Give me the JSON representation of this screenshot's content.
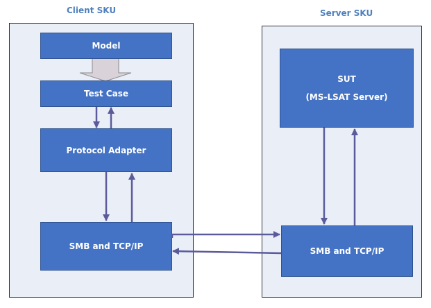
{
  "client": {
    "title": "Client SKU",
    "model": "Model",
    "test_case": "Test Case",
    "protocol_adapter": "Protocol Adapter",
    "smb_tcpip": "SMB and TCP/IP"
  },
  "server": {
    "title": "Server SKU",
    "sut_line1": "SUT",
    "sut_line2": "(MS-LSAT Server)",
    "smb_tcpip": "SMB and TCP/IP"
  },
  "colors": {
    "box_fill": "#4472c4",
    "panel_fill": "#e9eef7",
    "arrow": "#5b5b9b",
    "title_text": "#4f81bd",
    "model_arrow": "#d9d2d9"
  }
}
